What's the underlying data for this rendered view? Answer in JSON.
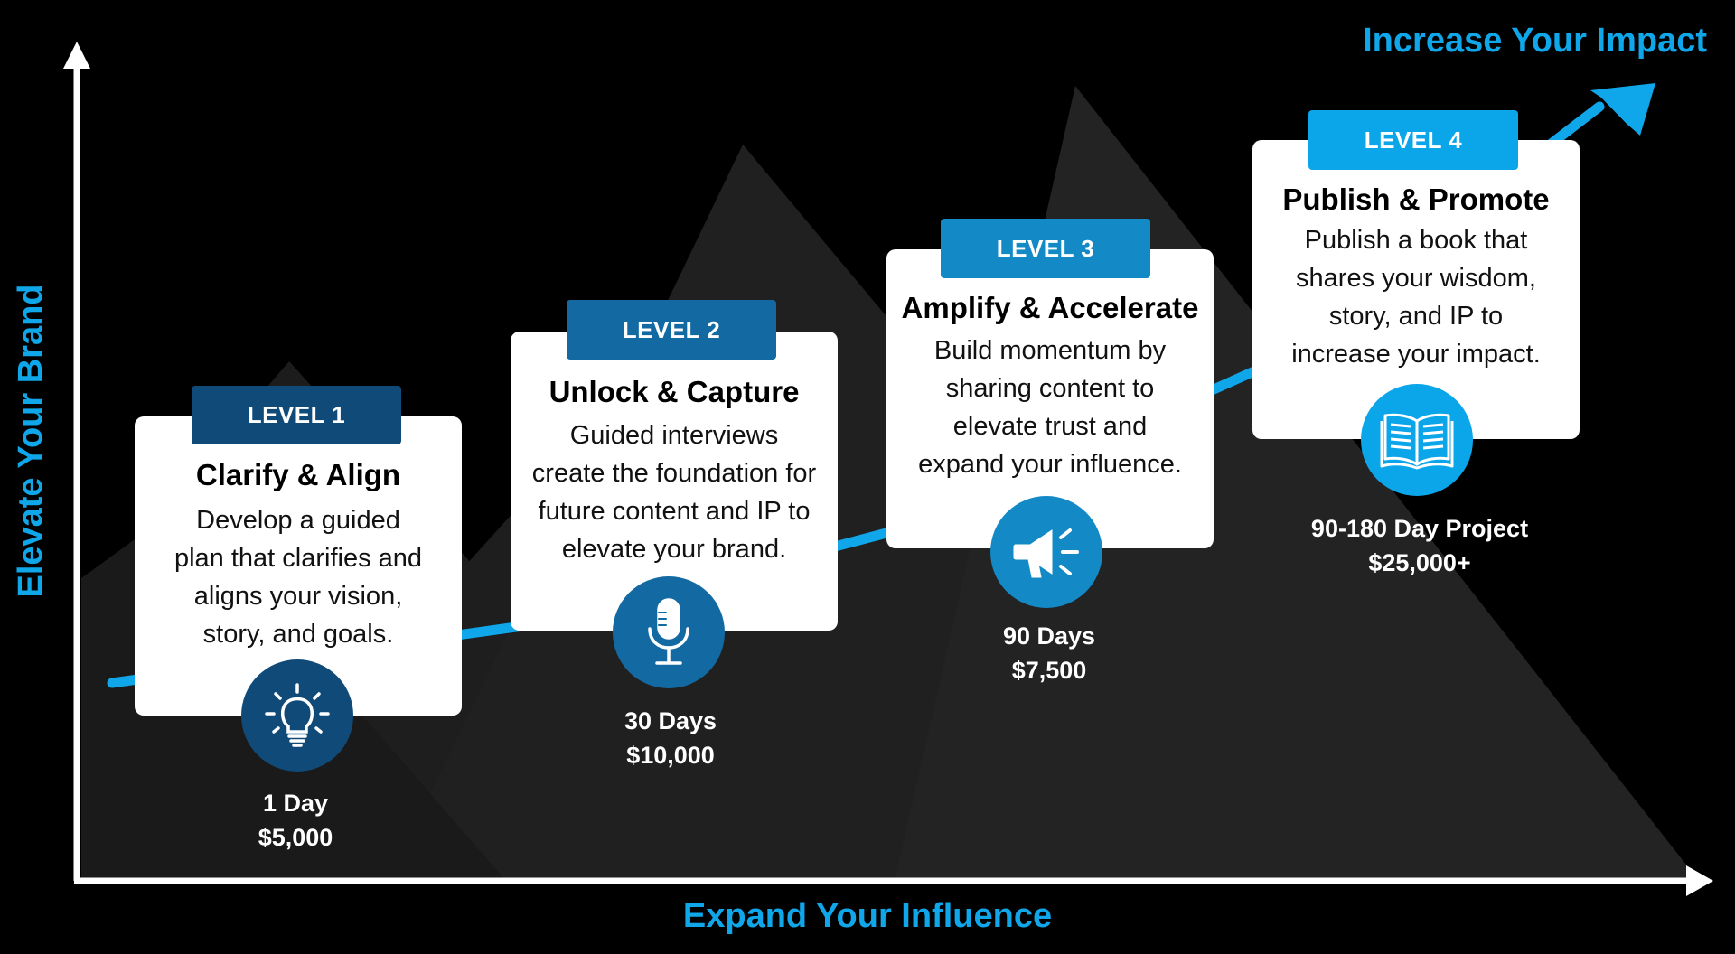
{
  "axes": {
    "x_label": "Expand Your Influence",
    "y_label": "Elevate Your Brand",
    "top_label": "Increase Your Impact"
  },
  "levels": [
    {
      "badge": "LEVEL 1",
      "title": "Clarify & Align",
      "description": [
        "Develop a guided",
        "plan that clarifies and",
        "aligns your vision,",
        "story, and goals."
      ],
      "icon": "lightbulb-icon",
      "duration": "1 Day",
      "price": "$5,000",
      "badge_color": "#0f4a78",
      "circle_color": "#0f4a78"
    },
    {
      "badge": "LEVEL 2",
      "title": "Unlock & Capture",
      "description": [
        "Guided interviews",
        "create the foundation for",
        "future content and IP to",
        "elevate your brand."
      ],
      "icon": "microphone-icon",
      "duration": "30 Days",
      "price": "$10,000",
      "badge_color": "#136aa3",
      "circle_color": "#136aa3"
    },
    {
      "badge": "LEVEL 3",
      "title": "Amplify & Accelerate",
      "description": [
        "Build momentum by",
        "sharing content to",
        "elevate trust and",
        "expand your influence."
      ],
      "icon": "megaphone-icon",
      "duration": "90 Days",
      "price": "$7,500",
      "badge_color": "#1389c6",
      "circle_color": "#1389c6"
    },
    {
      "badge": "LEVEL 4",
      "title": "Publish & Promote",
      "description": [
        "Publish a book that",
        "shares your wisdom,",
        "story, and IP to",
        "increase your impact."
      ],
      "icon": "open-book-icon",
      "duration": "90-180 Day Project",
      "price": "$25,000+",
      "badge_color": "#0ba6ea",
      "circle_color": "#0ba6ea"
    }
  ],
  "colors": {
    "accent": "#0fa7ea",
    "mountain": "#232323",
    "background": "#000000"
  }
}
